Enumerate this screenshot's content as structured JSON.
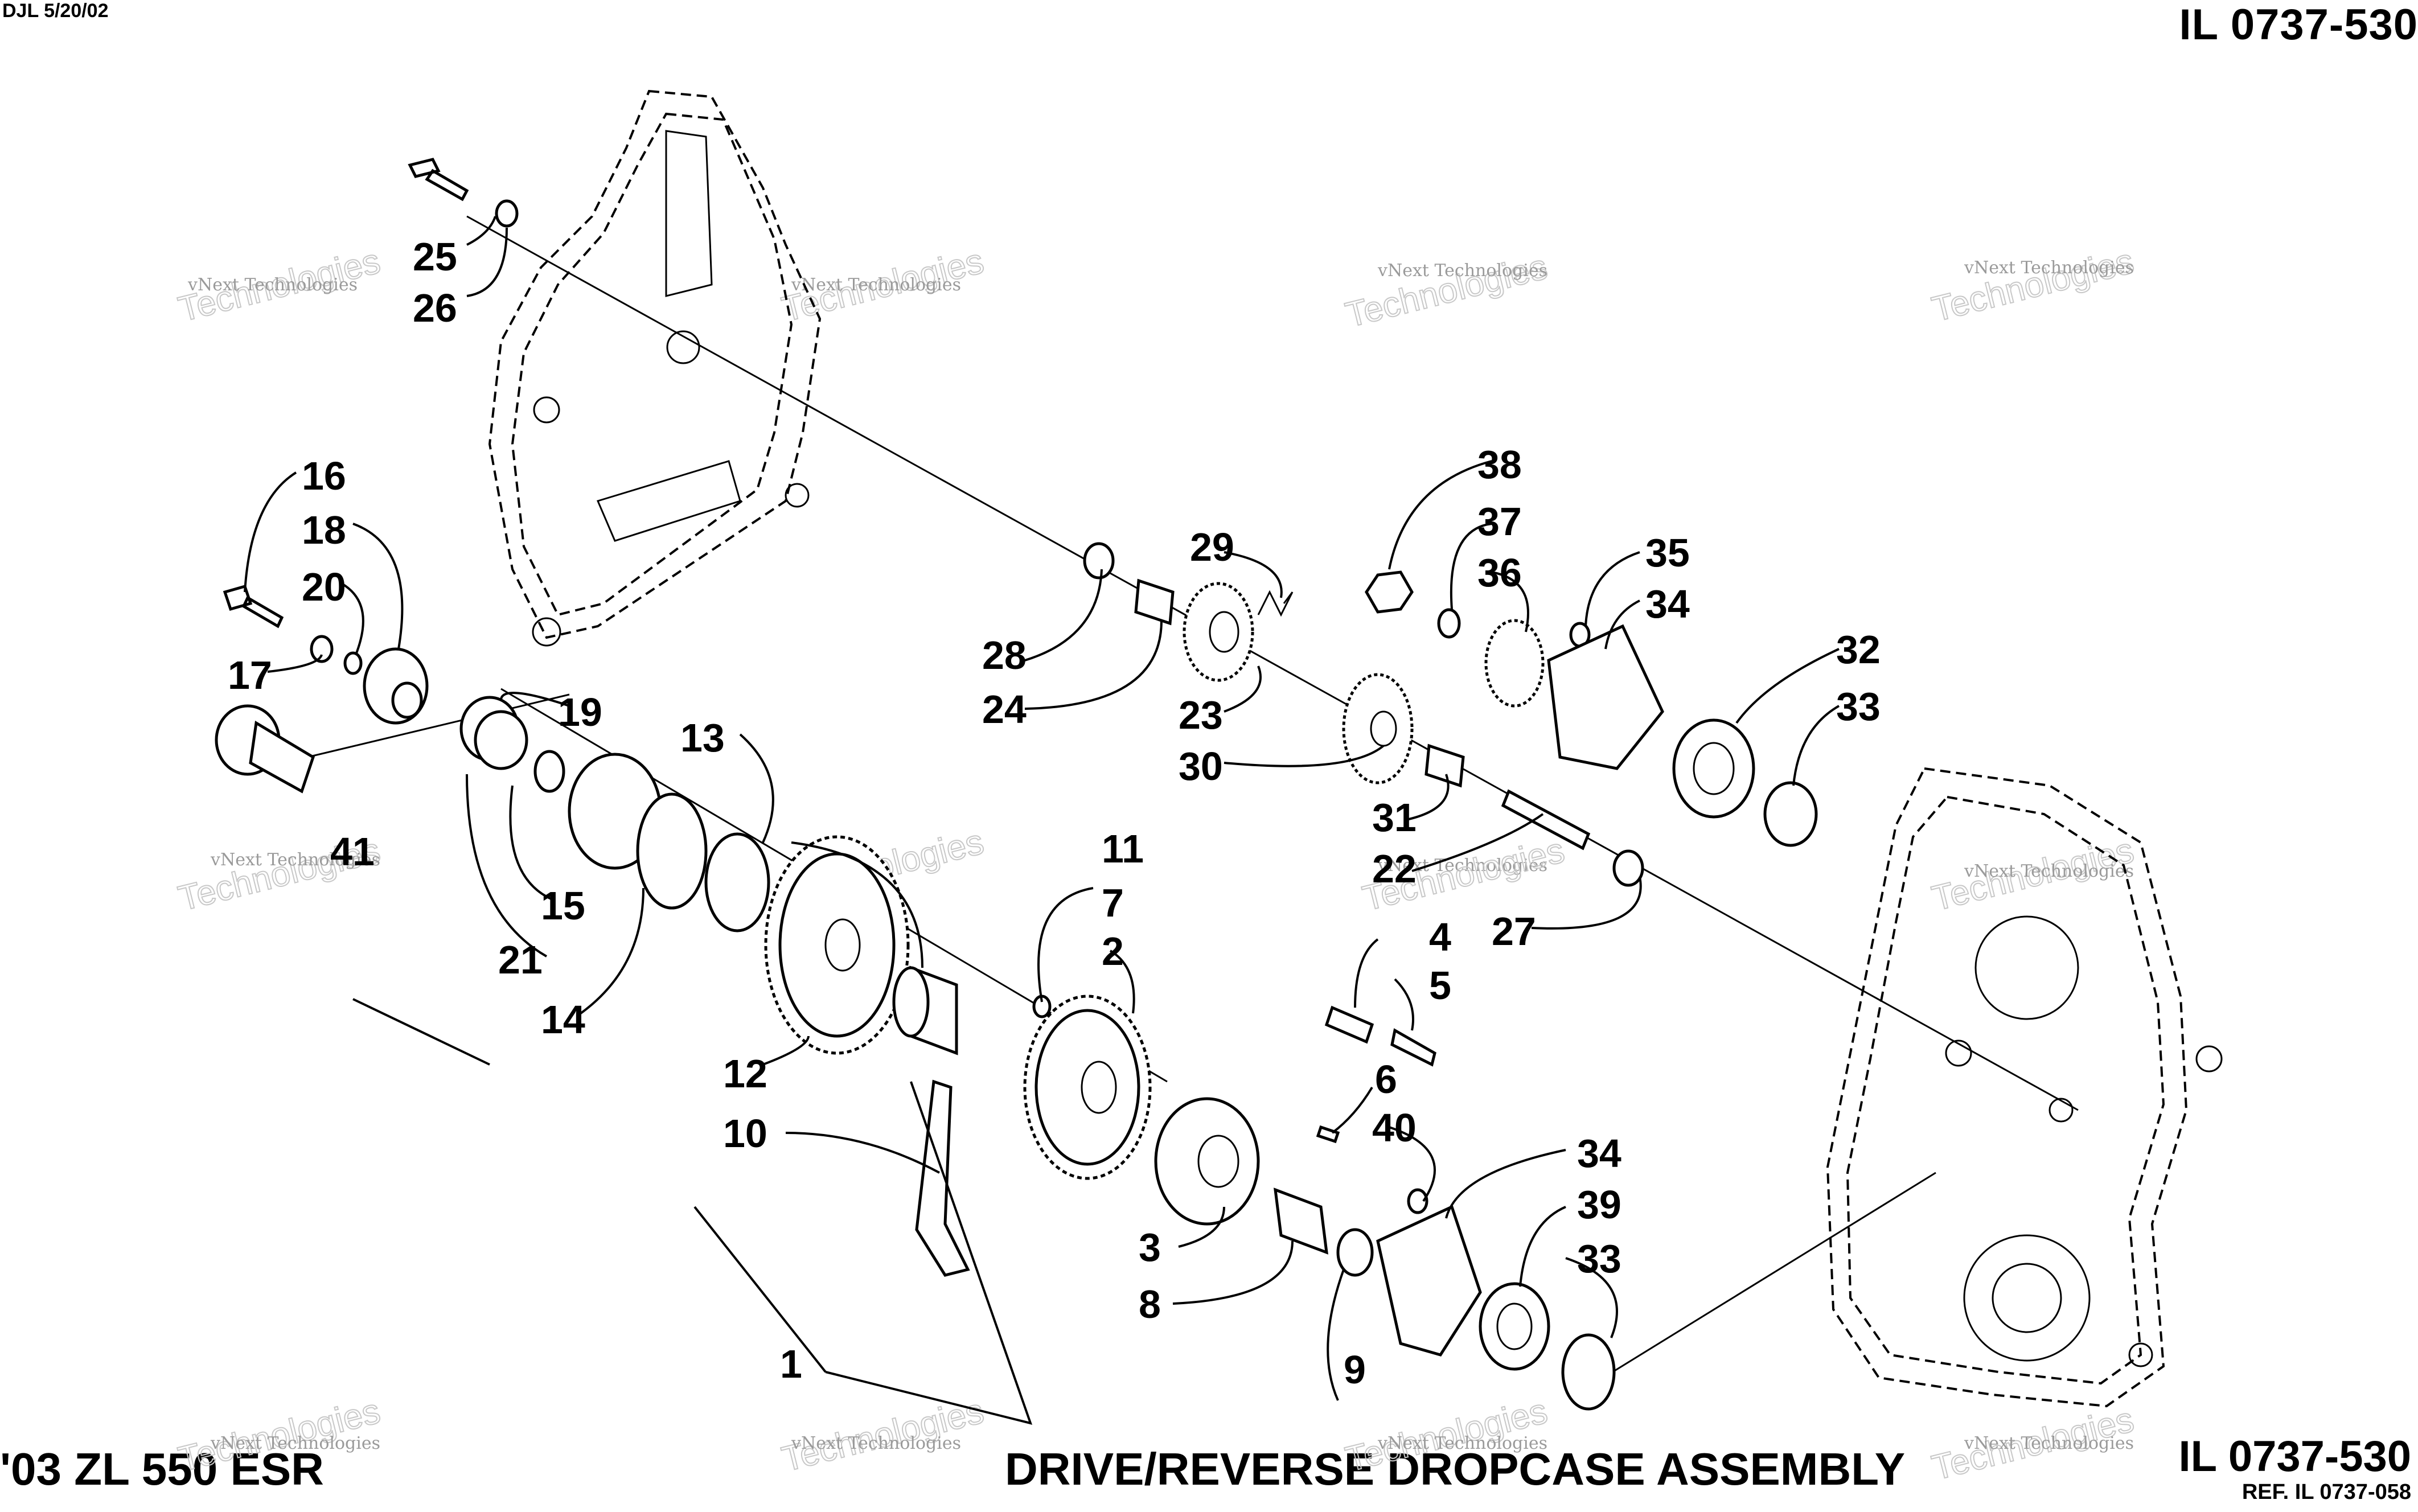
{
  "header": {
    "author_date": "DJL 5/20/02",
    "illustration_number": "IL 0737-530"
  },
  "footer": {
    "model": "'03 ZL 550 ESR",
    "title": "DRIVE/REVERSE DROPCASE ASSEMBLY",
    "illustration_number": "IL 0737-530",
    "reference": "REF. IL 0737-058"
  },
  "watermark": {
    "company": "vNext Technologies"
  },
  "callouts": [
    "1",
    "2",
    "3",
    "4",
    "5",
    "6",
    "7",
    "8",
    "9",
    "10",
    "11",
    "12",
    "13",
    "14",
    "15",
    "16",
    "17",
    "18",
    "19",
    "20",
    "21",
    "22",
    "23",
    "24",
    "25",
    "26",
    "27",
    "28",
    "29",
    "30",
    "31",
    "32",
    "33",
    "33",
    "34",
    "34",
    "35",
    "36",
    "37",
    "38",
    "39",
    "40",
    "41"
  ]
}
